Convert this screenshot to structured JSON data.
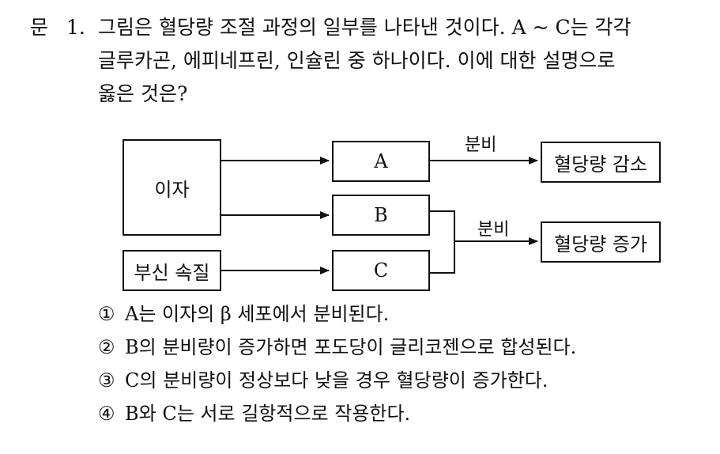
{
  "question": {
    "prefix": "문",
    "number": "1.",
    "lines": [
      "그림은 혈당량 조절 과정의 일부를 나타낸 것이다. A ~ C는 각각",
      "글루카곤, 에피네프린, 인슐린 중 하나이다. 이에 대한 설명으로",
      "옳은 것은?"
    ]
  },
  "diagram": {
    "boxes": {
      "pancreas": "이자",
      "adrenal_medulla": "부신 속질",
      "a": "A",
      "b": "B",
      "c": "C",
      "decrease": "혈당량 감소",
      "increase": "혈당량 증가"
    },
    "labels": {
      "secrete_top": "분비",
      "secrete_bottom": "분비"
    }
  },
  "choices": [
    {
      "mark": "①",
      "text": "A는 이자의 β 세포에서 분비된다."
    },
    {
      "mark": "②",
      "text": "B의 분비량이 증가하면 포도당이 글리코젠으로 합성된다."
    },
    {
      "mark": "③",
      "text": "C의 분비량이 정상보다 낮을 경우 혈당량이 증가한다."
    },
    {
      "mark": "④",
      "text": "B와 C는 서로 길항적으로 작용한다."
    }
  ]
}
